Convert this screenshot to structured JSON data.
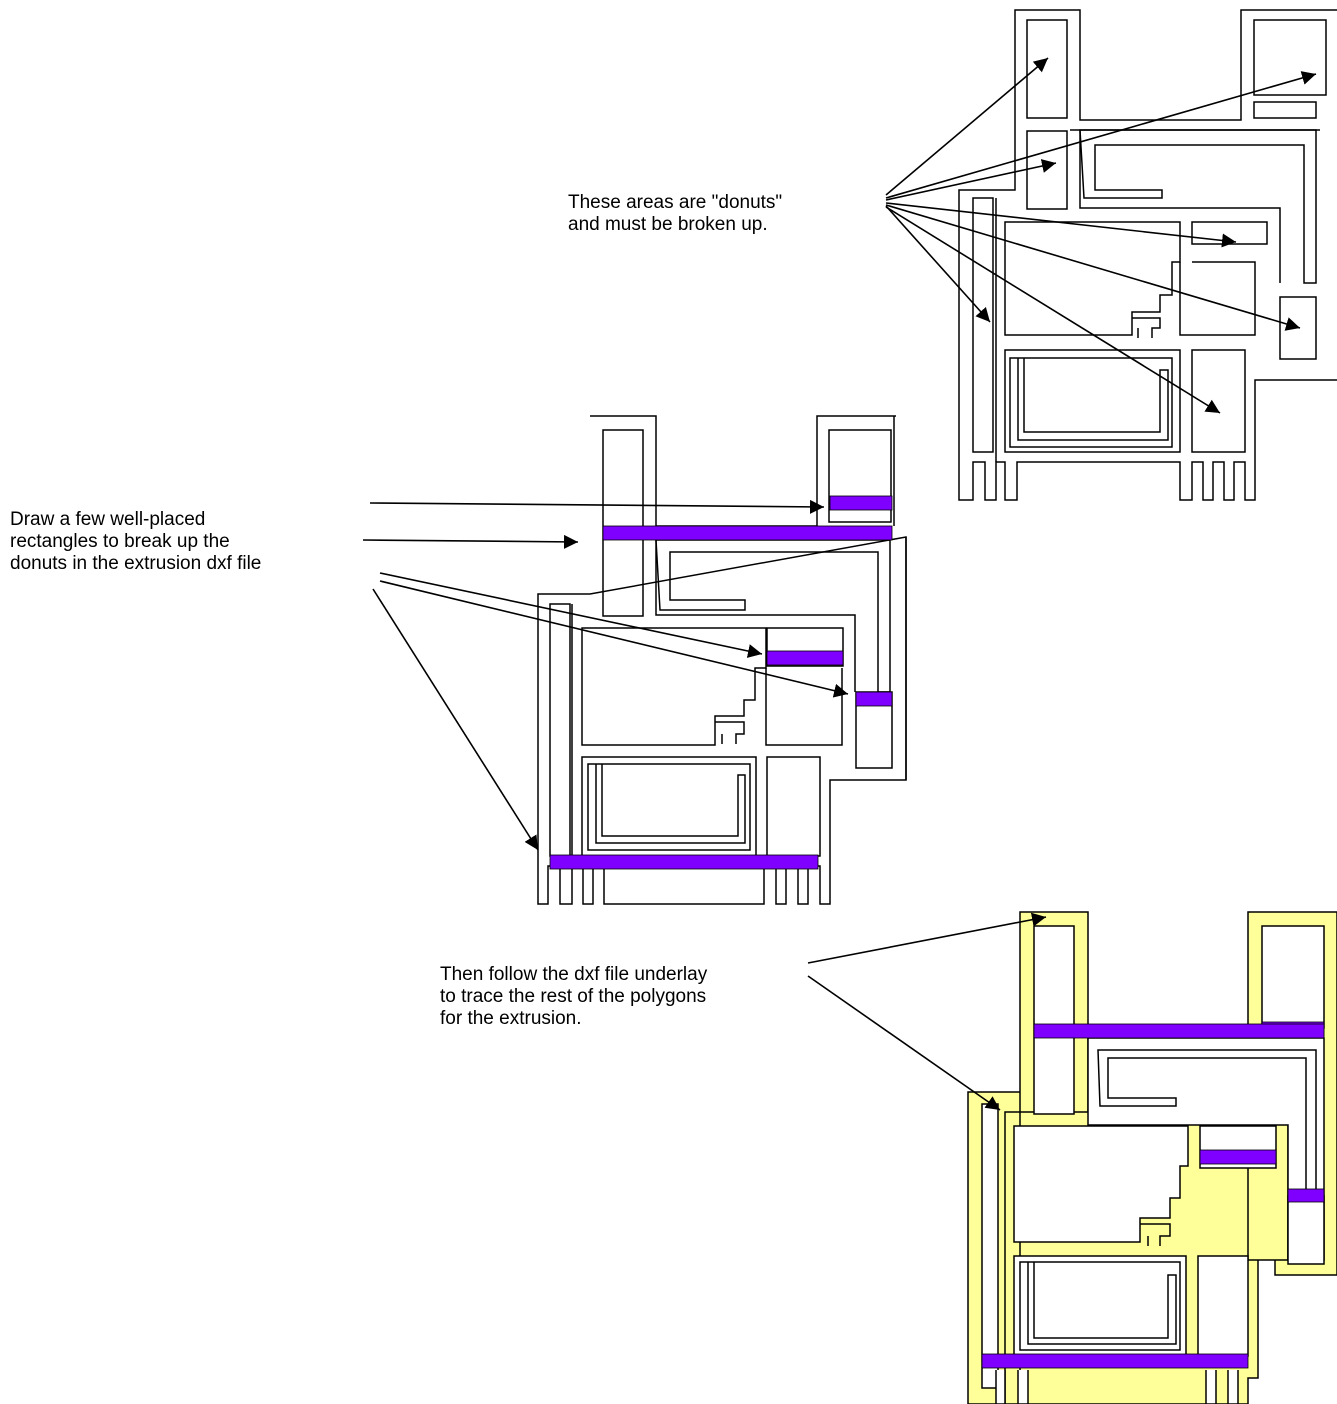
{
  "annotations": {
    "donuts": [
      "These areas are \"donuts\"",
      "and must be broken up."
    ],
    "rectangles": [
      "Draw a few well-placed",
      "rectangles to break up the",
      "donuts in the extrusion dxf file"
    ],
    "trace": [
      "Then follow the dxf file underlay",
      "to trace the rest of the polygons",
      "for the extrusion."
    ]
  },
  "colors": {
    "divider_rectangle": "#7f00ff",
    "traced_polygon_fill": "#ffff99",
    "outline": "#000000"
  }
}
